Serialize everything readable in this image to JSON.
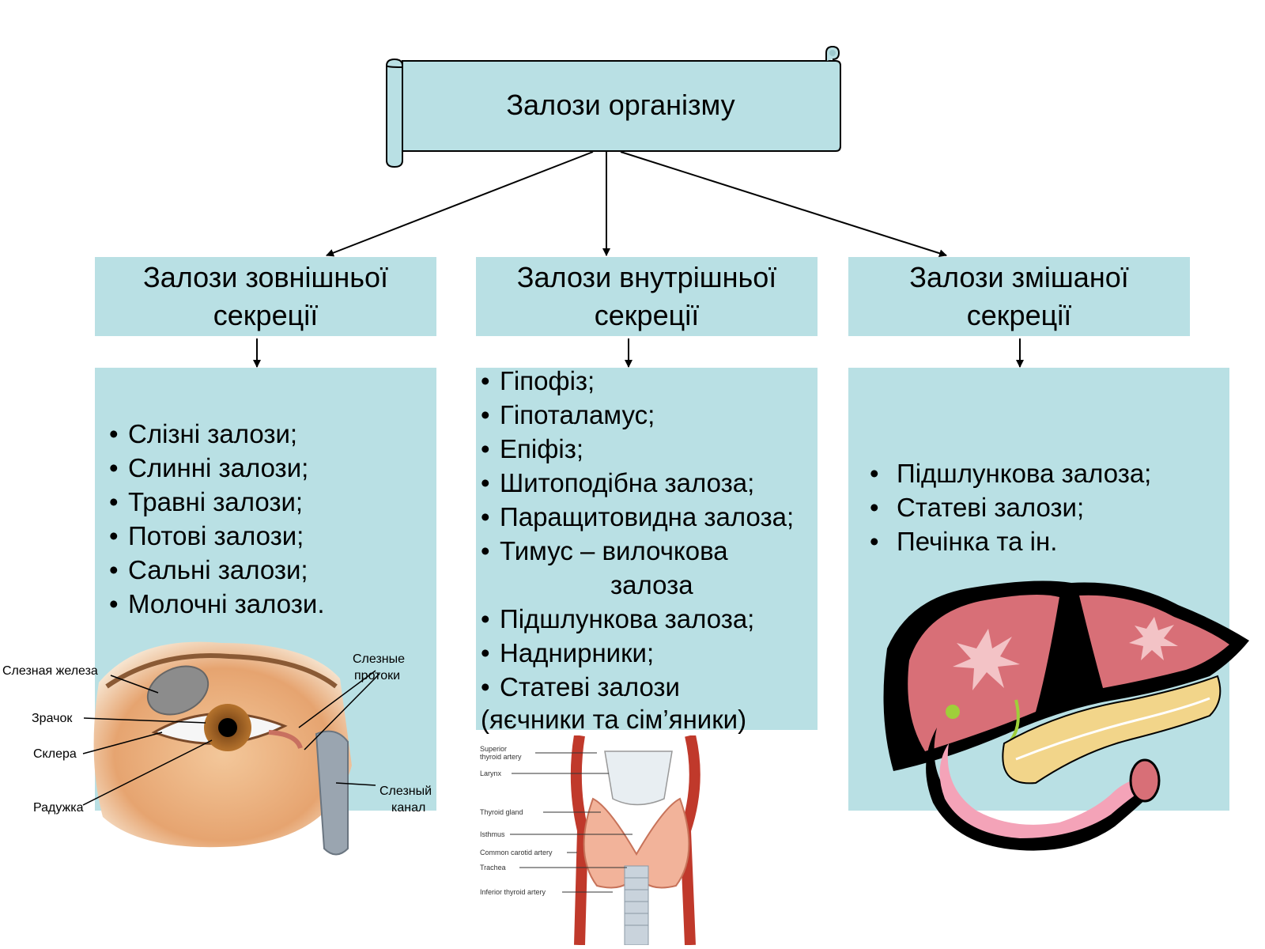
{
  "title": "Залози організму",
  "categories": [
    {
      "heading_line1": "Залози зовнішньої",
      "heading_line2": "секреції",
      "items": [
        "Слізні залози;",
        "Слинні залози;",
        "Травні залози;",
        "Потові залози;",
        "Сальні залози;",
        "Молочні залози."
      ]
    },
    {
      "heading_line1": "Залози внутрішньої",
      "heading_line2": "секреції",
      "items": [
        "Гіпофіз;",
        "Гіпоталамус;",
        "Епіфіз;",
        "Шитоподібна залоза;",
        "Паращитовидна залоза;",
        "Тимус – вилочкова",
        "Підшлункова залоза;",
        "Наднирники;",
        "Статеві залози"
      ],
      "item6_cont": "залоза",
      "trailing": "(яєчники та сім’яники)"
    },
    {
      "heading_line1": "Залози змішаної",
      "heading_line2": "секреції",
      "items": [
        "Підшлункова залоза;",
        "Статеві залози;",
        "Печінка та ін."
      ]
    }
  ],
  "eye_labels": {
    "gland": "Слезная железа",
    "ducts_line1": "Слезные",
    "ducts_line2": "протоки",
    "pupil": "Зрачок",
    "sclera": "Склера",
    "canal_line1": "Слезный",
    "canal_line2": "канал",
    "iris": "Радужка"
  },
  "thyroid_labels": {
    "artery_line1": "Superior",
    "artery_line2": "thyroid artery",
    "larynx": "Larynx",
    "gland": "Thyroid gland",
    "isthmus": "Isthmus",
    "carotid": "Common carotid artery",
    "trachea": "Trachea",
    "inferior": "Inferior thyroid artery"
  },
  "colors": {
    "box_fill": "#b9e0e4",
    "liver_red": "#d86f77",
    "liver_black": "#000000"
  }
}
